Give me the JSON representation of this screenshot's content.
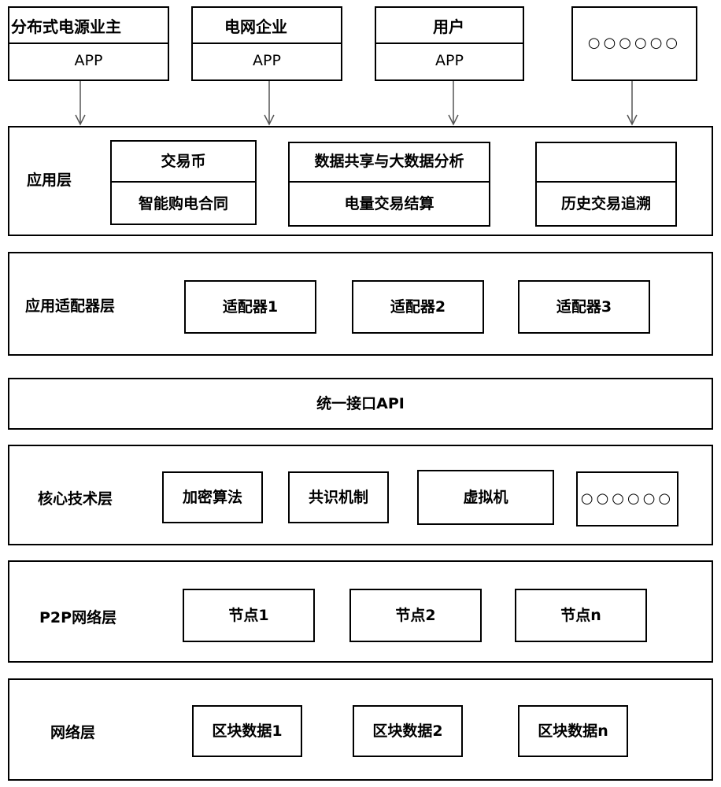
{
  "top_boxes": [
    {
      "title": "分布式电源业主",
      "app": "APP"
    },
    {
      "title": "电网企业",
      "app": "APP"
    },
    {
      "title": "用户",
      "app": "APP"
    },
    {
      "dots": "○○○○○○"
    }
  ],
  "app_layer": {
    "label": "应用层",
    "box1": {
      "top": "交易币",
      "bottom": "智能购电合同"
    },
    "box2": {
      "top": "数据共享与大数据分析",
      "bottom": "电量交易结算"
    },
    "box3": {
      "top": "",
      "bottom": "历史交易追溯"
    }
  },
  "adapter_layer": {
    "label": "应用适配器层",
    "items": [
      "适配器1",
      "适配器2",
      "适配器3"
    ]
  },
  "api_layer": {
    "label": "统一接口API"
  },
  "core_layer": {
    "label": "核心技术层",
    "items": [
      "加密算法",
      "共识机制",
      "虚拟机",
      "○○○○○○"
    ]
  },
  "p2p_layer": {
    "label": "P2P网络层",
    "items": [
      "节点1",
      "节点2",
      "节点n"
    ]
  },
  "network_layer": {
    "label": "网络层",
    "items": [
      "区块数据1",
      "区块数据2",
      "区块数据n"
    ]
  }
}
